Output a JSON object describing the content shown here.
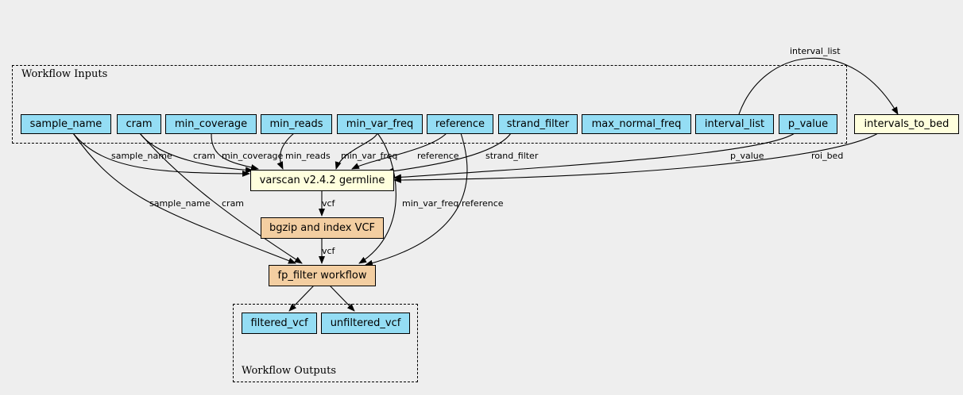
{
  "clusters": {
    "inputs": "Workflow Inputs",
    "outputs": "Workflow Outputs"
  },
  "colors": {
    "input_node": "#94ddf4",
    "step_node": "#ffffdd",
    "subworkflow_node": "#f3cea1",
    "output_node": "#94ddf4",
    "background": "#eeeeee"
  },
  "nodes": {
    "sample_name": "sample_name",
    "cram": "cram",
    "min_coverage": "min_coverage",
    "min_reads": "min_reads",
    "min_var_freq": "min_var_freq",
    "reference": "reference",
    "strand_filter": "strand_filter",
    "max_normal_freq": "max_normal_freq",
    "interval_list": "interval_list",
    "p_value": "p_value",
    "intervals_to_bed": "intervals_to_bed",
    "varscan": "varscan v2.4.2 germline",
    "bgzip": "bgzip and index VCF",
    "fp_filter": "fp_filter workflow",
    "filtered_vcf": "filtered_vcf",
    "unfiltered_vcf": "unfiltered_vcf"
  },
  "edge_labels": {
    "interval_list_to_bed": "interval_list",
    "sample_name_to_varscan": "sample_name",
    "cram_to_varscan": "cram",
    "min_coverage_to_varscan": "min_coverage",
    "min_reads_to_varscan": "min_reads",
    "min_var_freq_to_varscan": "min_var_freq",
    "reference_to_varscan": "reference",
    "strand_filter_to_varscan": "strand_filter",
    "p_value_to_varscan": "p_value",
    "roi_bed_to_varscan": "roi_bed",
    "vcf_to_bgzip": "vcf",
    "sample_name_to_fp": "sample_name",
    "cram_to_fp": "cram",
    "min_var_freq_to_fp": "min_var_freq",
    "reference_to_fp": "reference",
    "vcf_to_fp": "vcf"
  }
}
